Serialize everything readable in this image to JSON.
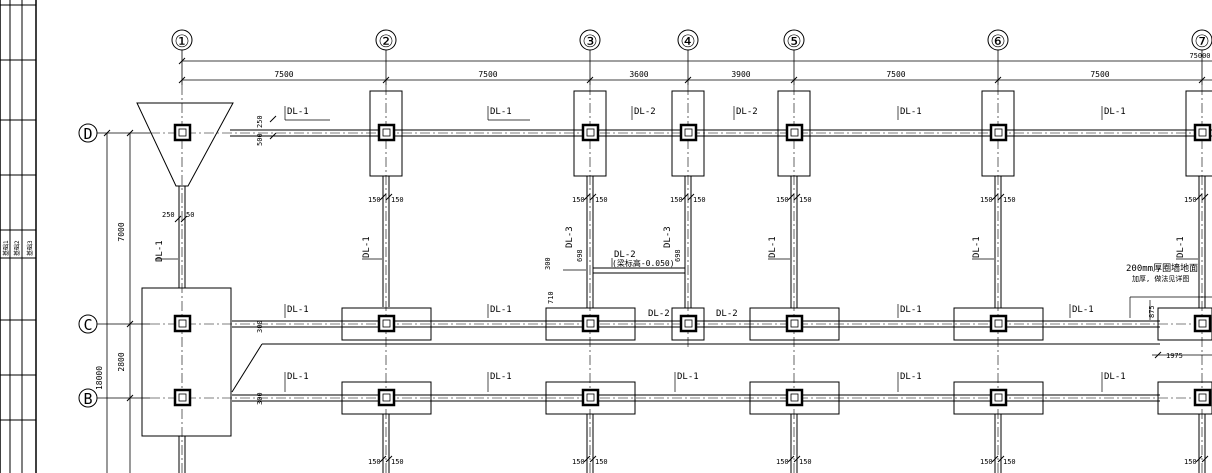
{
  "grid": {
    "columns": [
      "①",
      "②",
      "③",
      "④",
      "⑤",
      "⑥",
      "⑦"
    ],
    "rows": [
      "D",
      "C",
      "B"
    ]
  },
  "dims_top": [
    "7500",
    "7500",
    "3600",
    "3900",
    "7500",
    "7500",
    "75000"
  ],
  "dims_left": [
    "7000",
    "2800",
    "18000"
  ],
  "beam_labels": {
    "dl1": "DL-1",
    "dl2": "DL-2",
    "dl3": "DL-3",
    "dl2_elev": "(梁标高-0.050)"
  },
  "pile_dims": {
    "p150": "150",
    "p250": "250",
    "p50": "50",
    "p500": "500",
    "p300": "300",
    "p710": "710",
    "p698": "698",
    "p875": "875",
    "p1975": "1975"
  },
  "note": {
    "line1": "200mm厚圈墙地面",
    "line2": "加厚, 做法见详图"
  },
  "title_block_text": [
    "基础1",
    "基础2",
    "基础3"
  ]
}
